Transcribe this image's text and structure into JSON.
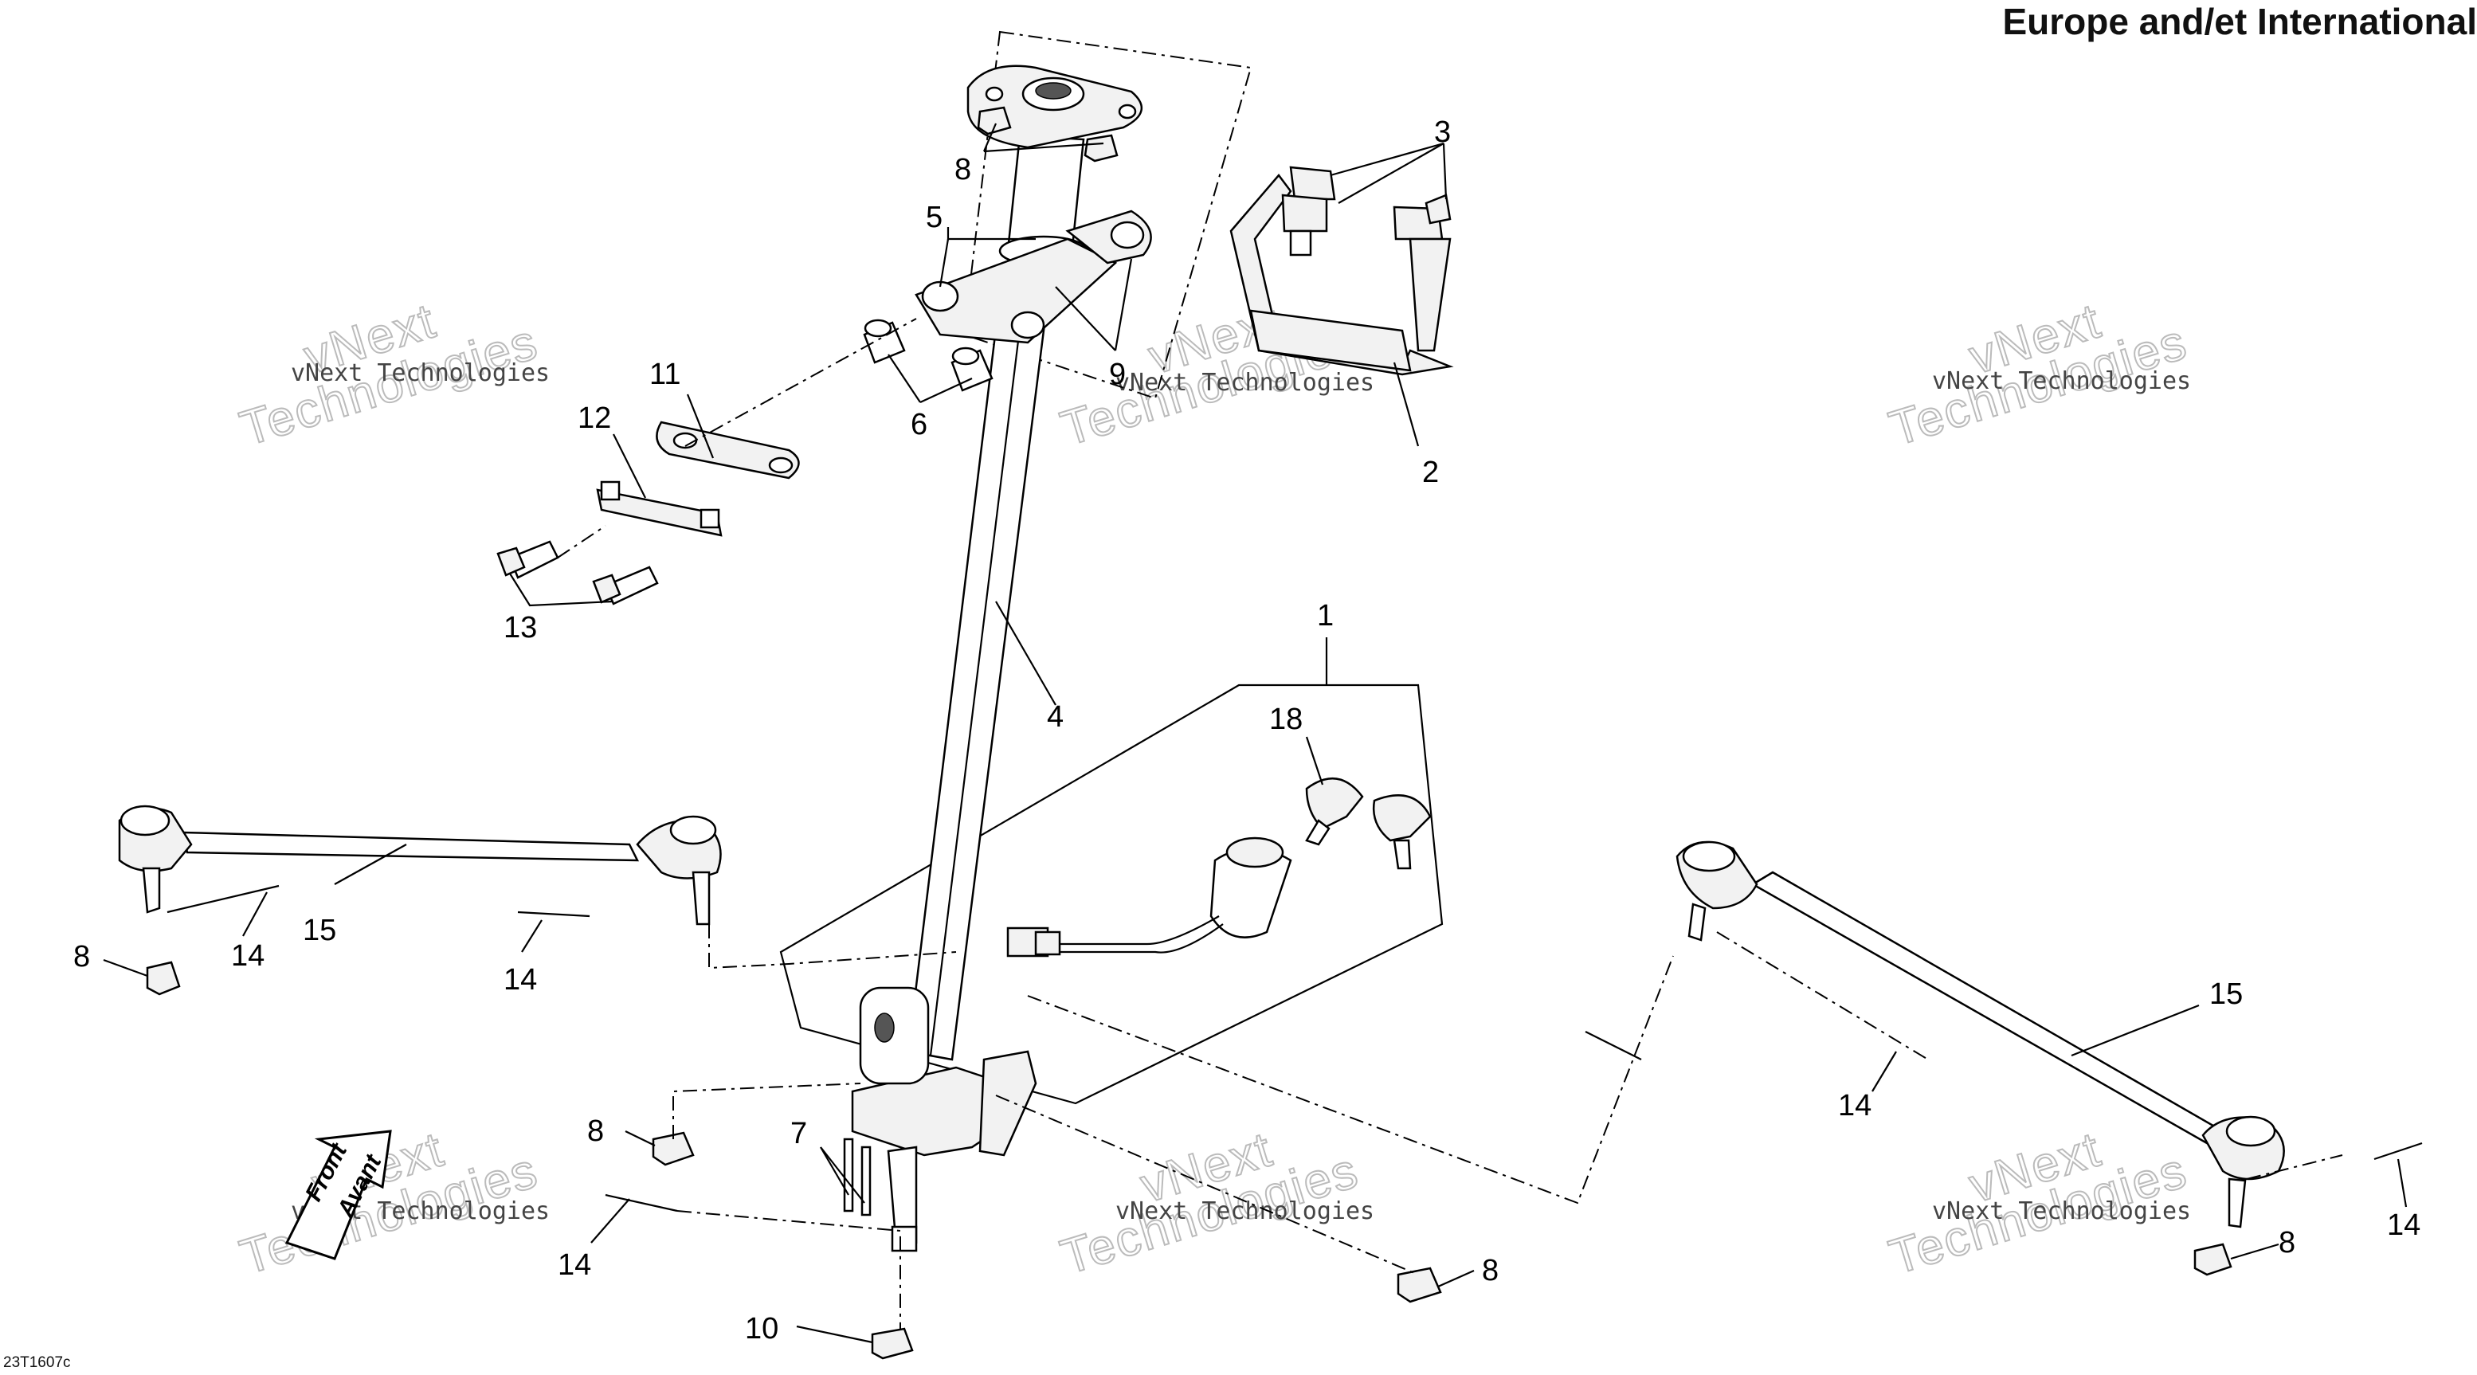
{
  "header": {
    "region": "Europe and/et International"
  },
  "figure_code": "23T1607c",
  "watermark": {
    "line1": "vNext Technologies",
    "line2": "vNext",
    "line3": "Technologies"
  },
  "front_arrow": {
    "label1": "Front",
    "label2": "Avant"
  },
  "callouts": {
    "c1": "1",
    "c2": "2",
    "c3": "3",
    "c4": "4",
    "c5": "5",
    "c6": "6",
    "c7": "7",
    "c8a": "8",
    "c8b": "8",
    "c8c": "8",
    "c8d": "8",
    "c8e": "8",
    "c9": "9",
    "c10": "10",
    "c11": "11",
    "c12": "12",
    "c13": "13",
    "c14a": "14",
    "c14b": "14",
    "c14c": "14",
    "c14d": "14",
    "c14e": "14",
    "c15a": "15",
    "c15b": "15",
    "c18": "18"
  }
}
